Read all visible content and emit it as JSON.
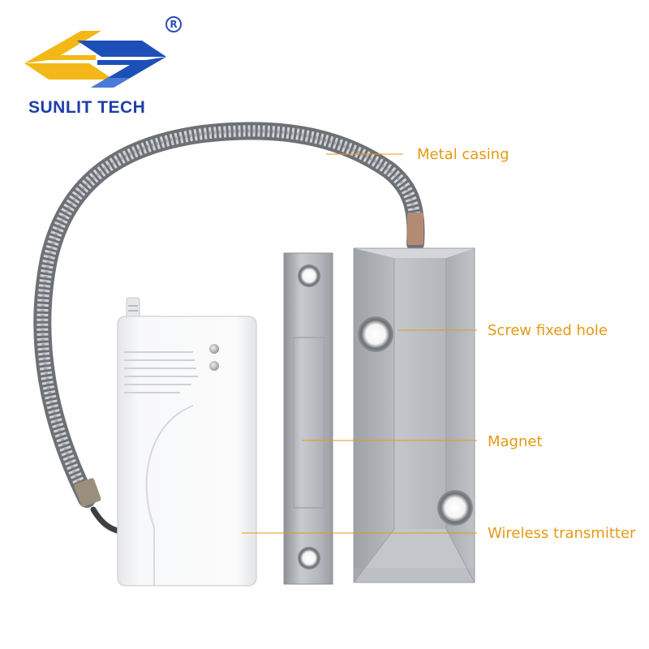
{
  "brand": {
    "name": "SUNLIT TECH",
    "registered_mark": "R",
    "colors": {
      "blue": "#1d3fa8",
      "yellow": "#f3b818"
    }
  },
  "callouts": {
    "metal_casing": "Metal casing",
    "screw_fixed_hole": "Screw fixed hole",
    "magnet": "Magnet",
    "wireless_transmitter": "Wireless transmitter"
  },
  "callout_color": "#e39a14",
  "objects": [
    "flexible-metal-conduit-icon",
    "wireless-transmitter-icon",
    "magnet-bar-icon",
    "switch-housing-icon"
  ]
}
